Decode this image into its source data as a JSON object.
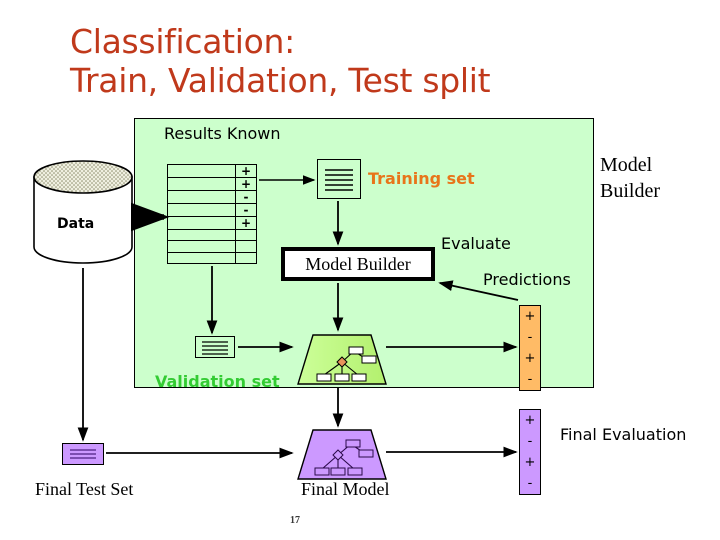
{
  "slide": {
    "title": "Classification:\nTrain, Validation, Test split",
    "title_color": "#C0391B",
    "page_number": "17",
    "background": "#FFFFFF"
  },
  "panel": {
    "name": "training-validation-panel",
    "fill_color": "#CCFFCC",
    "border_color": "#000000"
  },
  "labels": {
    "results_known": "Results Known",
    "training_set": "Training set",
    "training_set_color": "#E8751A",
    "validation_set": "Validation set",
    "validation_set_color": "#33CC33",
    "evaluate": "Evaluate",
    "predictions": "Predictions",
    "final_evaluation": "Final Evaluation",
    "model_builder_right": "Model\nBuilder",
    "final_model": "Final Model",
    "final_test_set": "Final Test Set",
    "data": "Data"
  },
  "model_builder_box": {
    "label": "Model Builder",
    "fill": "#FFFFFF",
    "border": "#000000"
  },
  "results_table": {
    "row_count": 8,
    "class_labels": [
      "+",
      "+",
      "-",
      "-",
      "+",
      "",
      "",
      ""
    ]
  },
  "predictions_upper": {
    "name": "predictions-column",
    "fill": "#FFBB66",
    "values": [
      "+",
      "-",
      "+",
      "-"
    ]
  },
  "predictions_lower": {
    "name": "final-evaluation-column",
    "fill": "#CC99FF",
    "values": [
      "+",
      "-",
      "+",
      "-"
    ]
  },
  "icons": {
    "data_store": "database-cylinder-icon",
    "training_doc": "document-icon",
    "validation_doc": "document-icon",
    "final_test_doc": "document-icon",
    "validation_model": "decision-tree-model-icon",
    "final_model": "decision-tree-model-icon"
  },
  "colors": {
    "panel_green": "#CCFFCC",
    "model_green": "#CCFF99",
    "model_purple": "#CC99FF",
    "prediction_orange": "#FFBB66",
    "title_red": "#C0391B"
  }
}
